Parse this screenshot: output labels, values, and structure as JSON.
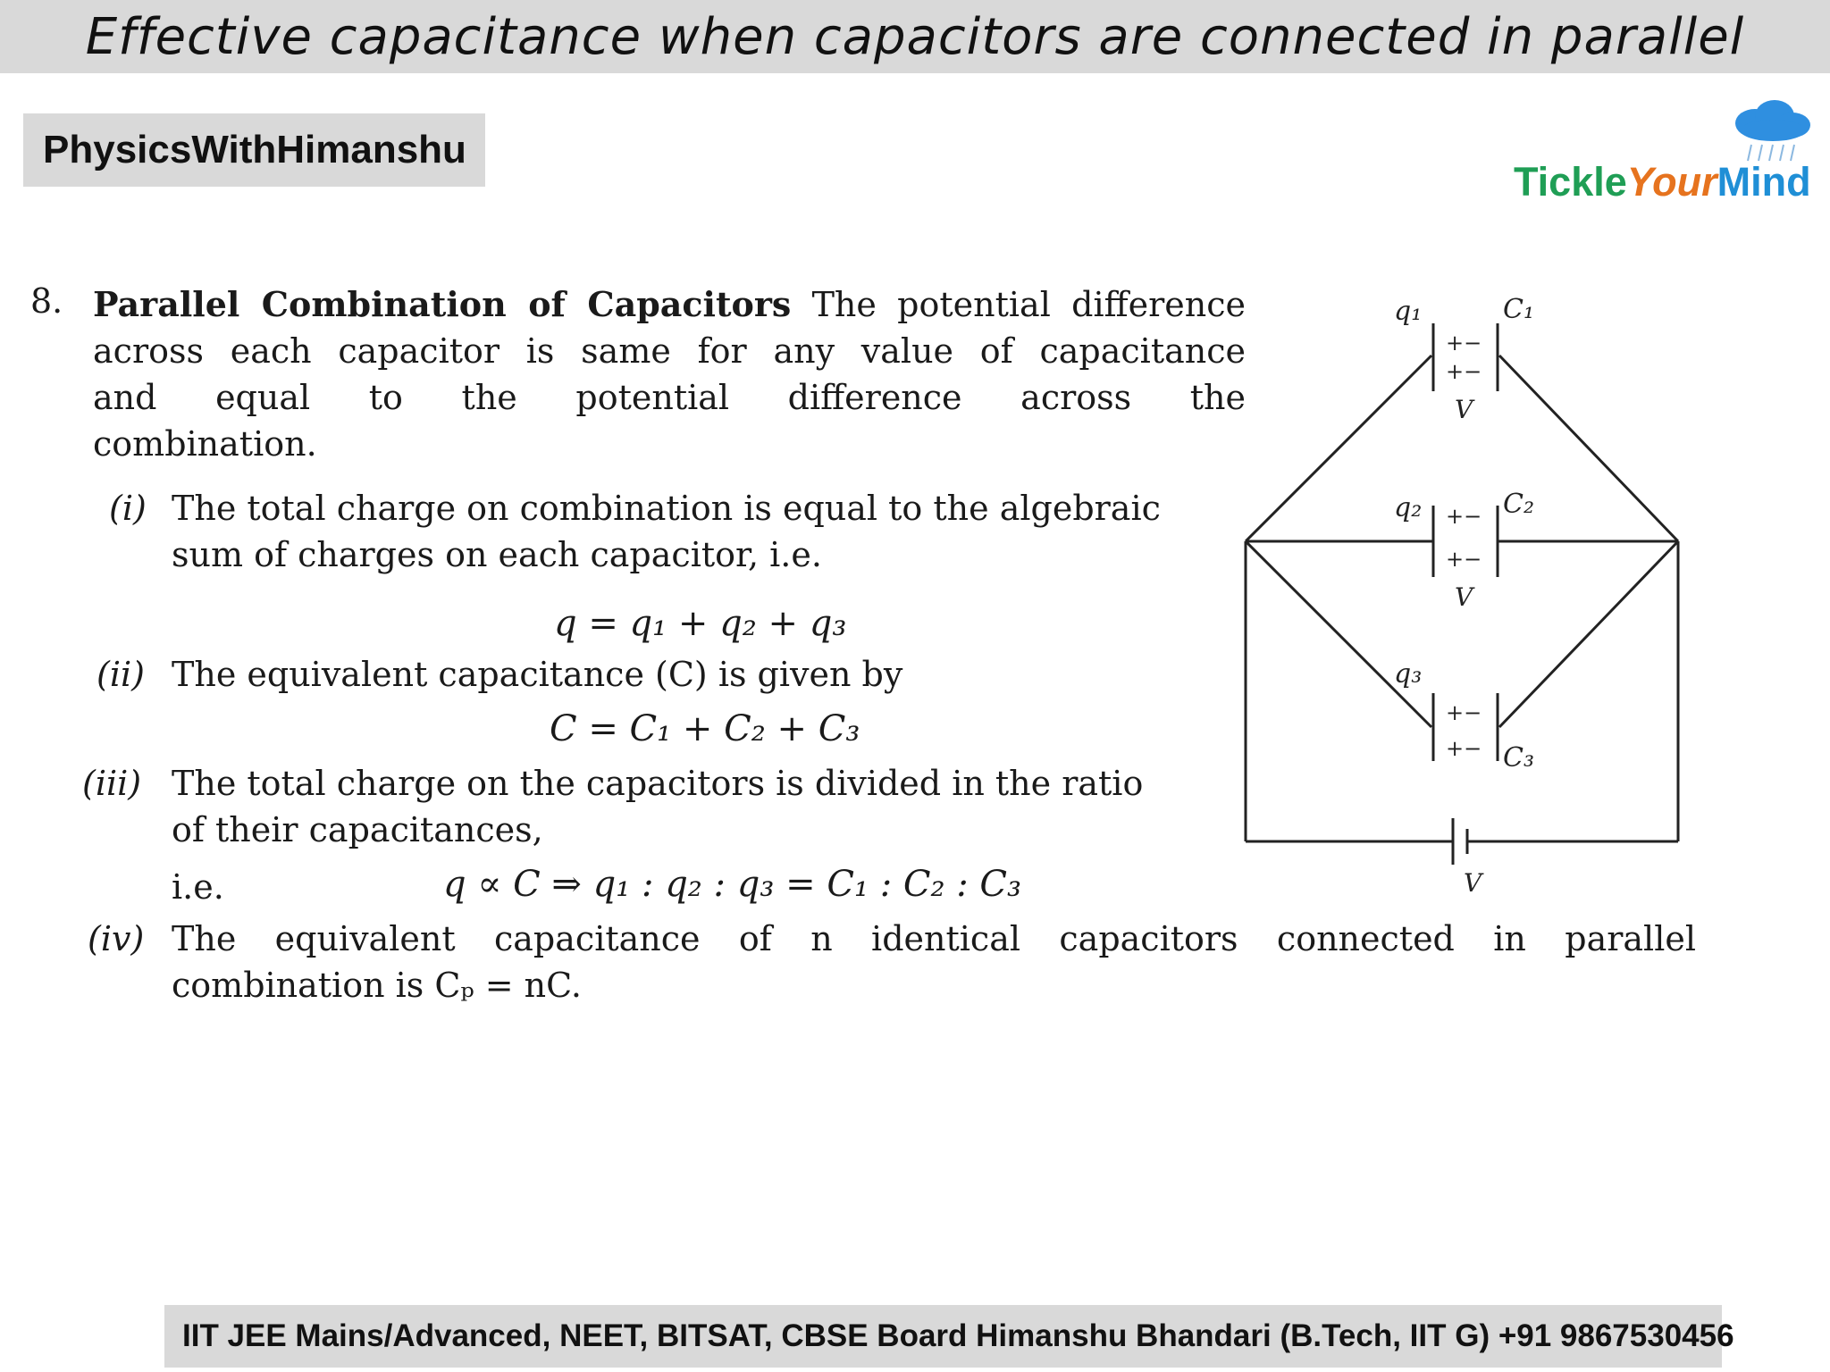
{
  "header": {
    "title": "Effective capacitance when capacitors are connected in parallel"
  },
  "brand": {
    "label": "PhysicsWithHimanshu"
  },
  "logo": {
    "part1": "Tickle",
    "part2": "Your",
    "part3": "Mind",
    "colors": {
      "tickle": "#1f9e55",
      "your": "#e6731e",
      "mind": "#1f8fd6"
    }
  },
  "section": {
    "number": "8.",
    "heading": "Parallel Combination of Capacitors",
    "intro_lines": [
      "The potential difference",
      "across each capacitor is same for any value of capacitance",
      "and equal to the potential difference across the",
      "combination."
    ],
    "items": [
      {
        "label": "(i)",
        "lines": [
          "The total charge on combination is equal to the algebraic",
          "sum of charges on each capacitor, i.e."
        ],
        "formula": "q = q₁ + q₂ + q₃"
      },
      {
        "label": "(ii)",
        "lines": [
          "The equivalent capacitance (C) is given by"
        ],
        "formula": "C = C₁ + C₂ + C₃"
      },
      {
        "label": "(iii)",
        "lines": [
          "The total charge on the capacitors is divided in the ratio",
          "of their capacitances,"
        ],
        "ie": "i.e.",
        "formula": "q ∝ C   ⇒   q₁ : q₂ : q₃ = C₁ : C₂ : C₃"
      },
      {
        "label": "(iv)",
        "lines": [
          "The equivalent capacitance of n identical capacitors connected in parallel",
          "combination is Cₚ = nC."
        ]
      }
    ]
  },
  "circuit": {
    "charges": [
      "q₁",
      "q₂",
      "q₃"
    ],
    "capacitors": [
      "C₁",
      "C₂",
      "C₃"
    ],
    "voltage": "V",
    "plate_signs": "+−"
  },
  "footer": {
    "text": "IIT JEE Mains/Advanced, NEET, BITSAT, CBSE Board Himanshu Bhandari (B.Tech, IIT G) +91 9867530456"
  }
}
